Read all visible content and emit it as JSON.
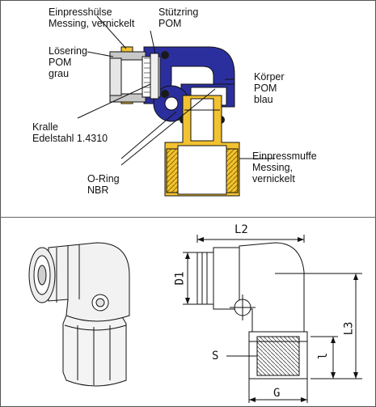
{
  "labels": {
    "einpresshuelse": [
      "Einpresshülse",
      "Messing, vernickelt"
    ],
    "stuetzring": [
      "Stützring",
      "POM"
    ],
    "loesering": [
      "Lösering",
      "POM",
      "grau"
    ],
    "koerper": [
      "Körper",
      "POM",
      "blau"
    ],
    "kralle": [
      "Kralle",
      "Edelstahl 1.4310"
    ],
    "einpressmuffe": [
      "Einpressmuffe",
      "Messing,",
      "vernickelt"
    ],
    "oring": [
      "O-Ring",
      "NBR"
    ]
  },
  "dimensions": {
    "l2": "L2",
    "d1": "D1",
    "l3": "L3",
    "s": "S",
    "l": "l",
    "g": "G"
  },
  "colors": {
    "body_blue": "#2b2f9e",
    "brass_yellow": "#f2c230",
    "release_grey": "#b9b9b9",
    "line": "#111111"
  }
}
